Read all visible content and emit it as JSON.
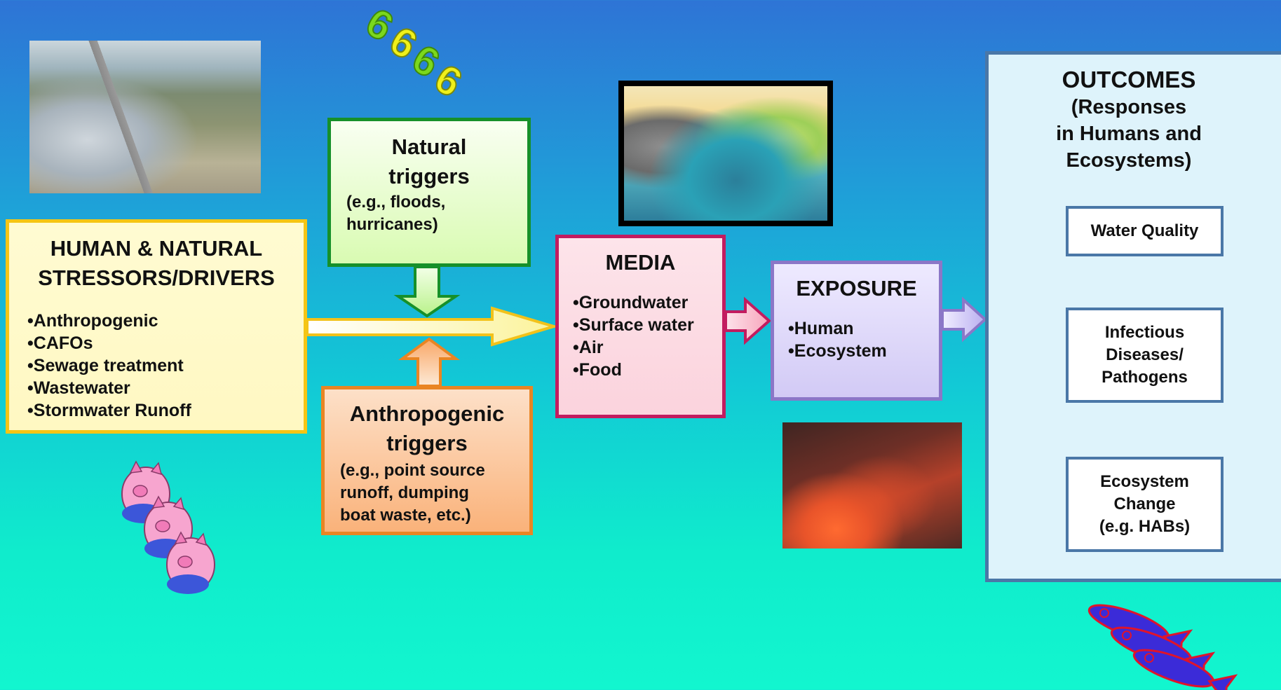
{
  "stressors": {
    "title_line1": "HUMAN & NATURAL",
    "title_line2": "STRESSORS/DRIVERS",
    "items": [
      "Anthropogenic",
      "CAFOs",
      "Sewage treatment",
      "Wastewater",
      "Stormwater Runoff"
    ]
  },
  "natural_triggers": {
    "title_line1": "Natural",
    "title_line2": "triggers",
    "sub_line1": "(e.g., floods,",
    "sub_line2": "hurricanes)"
  },
  "anthropogenic_triggers": {
    "title_line1": "Anthropogenic",
    "title_line2": "triggers",
    "sub_line1": "(e.g., point source",
    "sub_line2": "runoff, dumping",
    "sub_line3": "boat waste, etc.)"
  },
  "media": {
    "title": "MEDIA",
    "items": [
      "Groundwater",
      "Surface water",
      "Air",
      "Food"
    ]
  },
  "exposure": {
    "title": "EXPOSURE",
    "items": [
      "Human",
      "Ecosystem"
    ]
  },
  "outcomes": {
    "title": "OUTCOMES",
    "sub_line1": "(Responses",
    "sub_line2": "in Humans and",
    "sub_line3": "Ecosystems)",
    "water_quality": "Water Quality",
    "infectious_line1": "Infectious",
    "infectious_line2": "Diseases/",
    "infectious_line3": "Pathogens",
    "ecosystem_line1": "Ecosystem",
    "ecosystem_line2": "Change",
    "ecosystem_line3": "(e.g. HABs)"
  },
  "colors": {
    "stressor_border": "#f5c515",
    "natural_border": "#16902a",
    "anthro_border": "#e98523",
    "media_border": "#c21c5f",
    "exposure_border": "#8b77c7",
    "outcomes_border": "#4a77a7"
  }
}
